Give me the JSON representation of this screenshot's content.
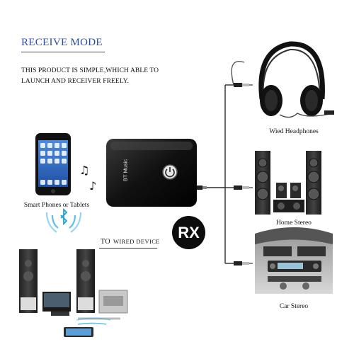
{
  "title": "RECEIVE MODE",
  "description": {
    "line1": "THIS PRODUCT IS SIMPLE,WHICH ABLE TO",
    "line2": "LAUNCH AND RECEIVER FREELY."
  },
  "device": {
    "label": "BT Music"
  },
  "sources": {
    "phones_caption": "Smart Phones or Tablets"
  },
  "outputs": {
    "headphones_caption": "Wied Headphones",
    "stereo_caption": "Home Stereo",
    "car_caption": "Car Stereo"
  },
  "wired_device": {
    "to_text": "TO",
    "device_text": "WIRED DEVICE"
  },
  "mode_badge": "RX",
  "colors": {
    "accent": "#2b4aa8",
    "bluetooth": "#1aa3d9",
    "device": "#111111"
  },
  "icons": [
    "music-notes-icon",
    "bluetooth-icon",
    "power-button-icon"
  ]
}
